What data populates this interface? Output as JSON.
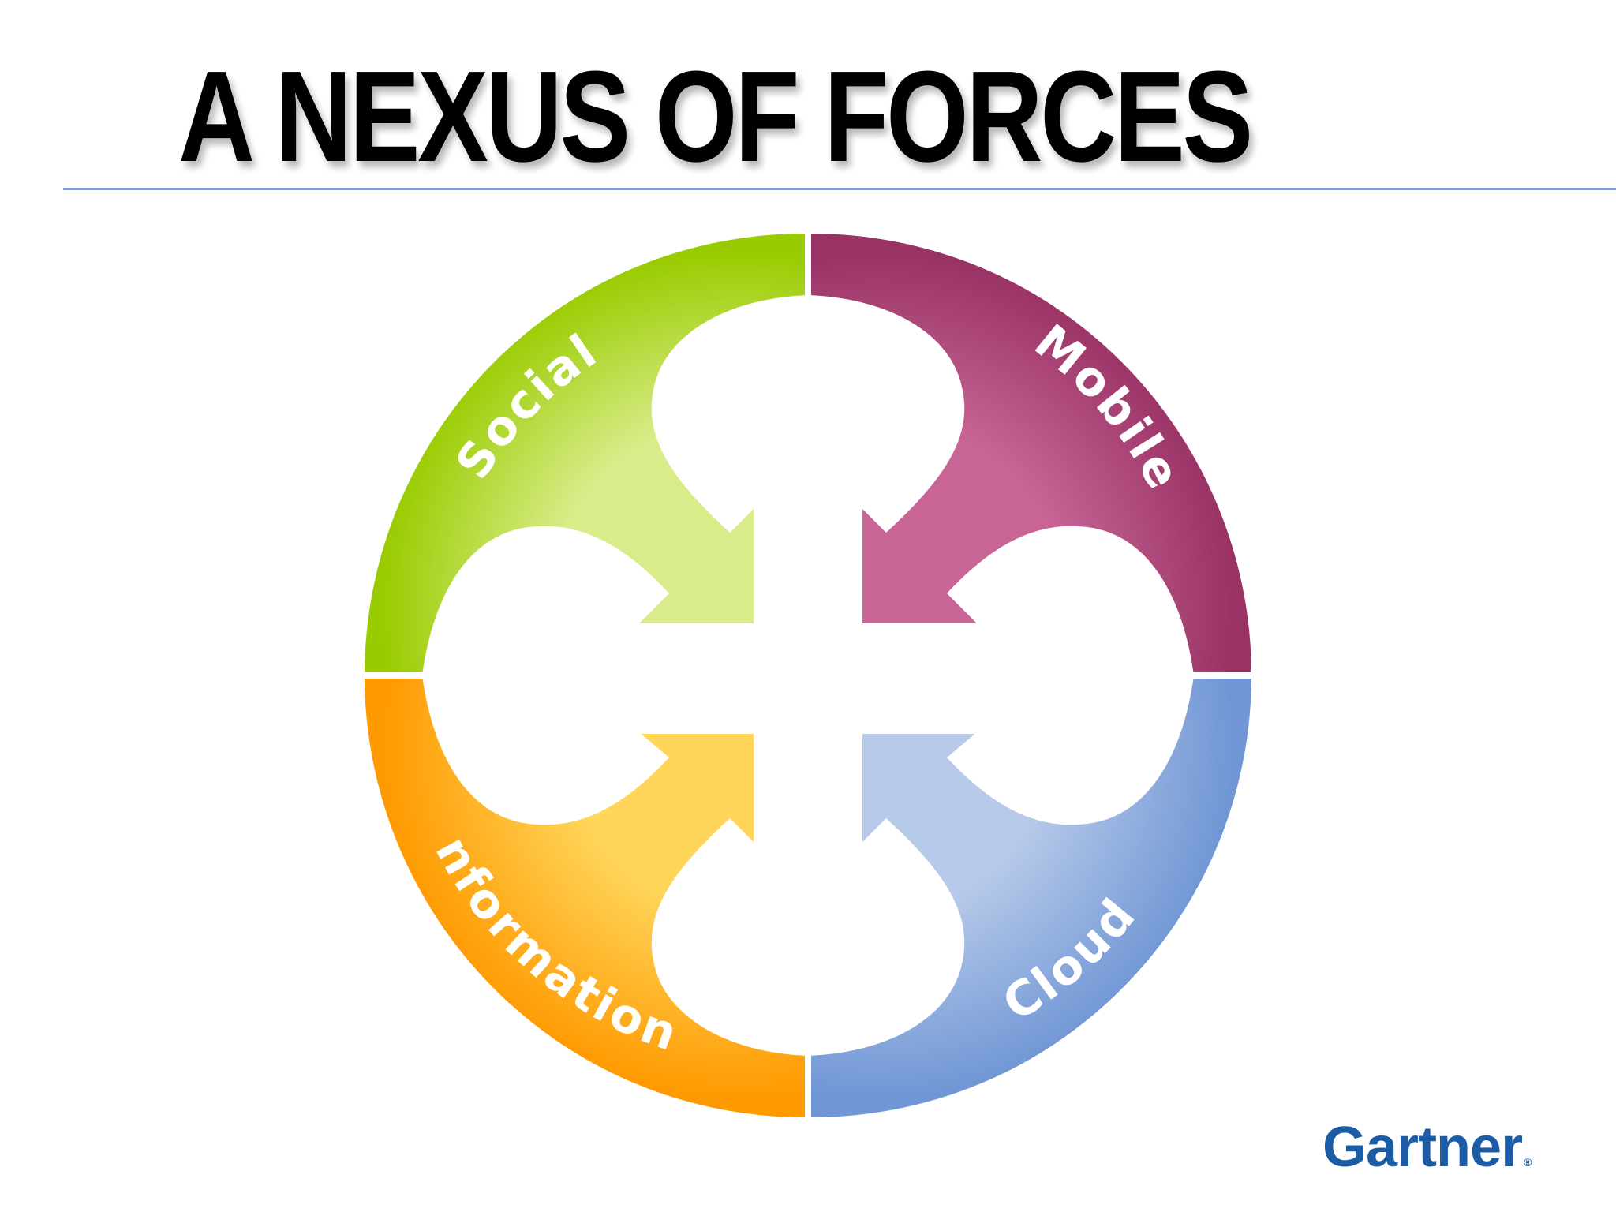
{
  "slide": {
    "title": "A NEXUS OF FORCES"
  },
  "diagram": {
    "segments": [
      {
        "id": "social",
        "label": "Social",
        "color": "#99cc00",
        "highlight": "#d9ec8a"
      },
      {
        "id": "mobile",
        "label": "Mobile",
        "color": "#993366",
        "highlight": "#c86496"
      },
      {
        "id": "information",
        "label": "Information",
        "color": "#ff9900",
        "highlight": "#ffd55a"
      },
      {
        "id": "cloud",
        "label": "Cloud",
        "color": "#7096d5",
        "highlight": "#b7cae9"
      }
    ]
  },
  "logo": {
    "text": "Gartner",
    "registered": "®",
    "color": "#1c5ca6"
  }
}
